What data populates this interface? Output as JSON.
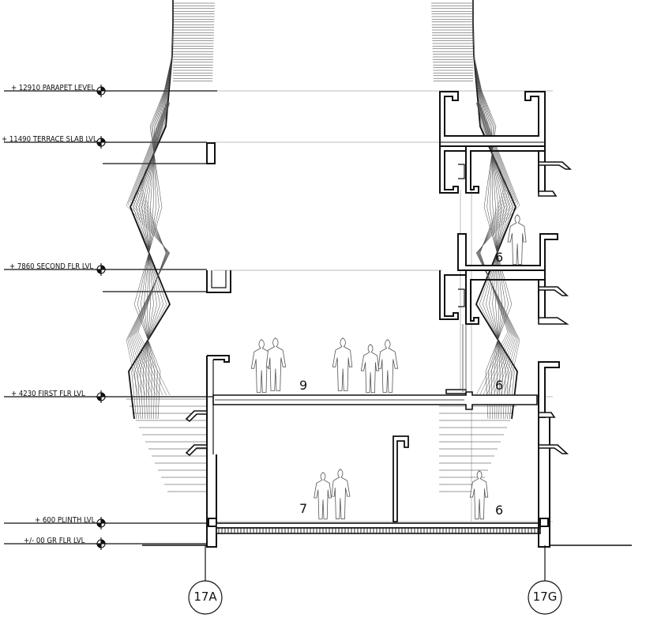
{
  "levels": [
    {
      "label": "+ 12910 PARAPET LEVEL"
    },
    {
      "label": "+ 11490 TERRACE SLAB LVL"
    },
    {
      "label": "+ 7860 SECOND FLR LVL"
    },
    {
      "label": "+ 4230 FIRST FLR LVL"
    },
    {
      "label": "+ 600 PLINTH LVL"
    },
    {
      "label": "+/- 00 GR FLR LVL"
    }
  ],
  "rooms": {
    "first_floor_hall": "9",
    "first_floor_side": "6",
    "second_floor_side": "6",
    "ground_hall": "7",
    "ground_side": "6"
  },
  "grid": {
    "left": "17A",
    "right": "17G"
  }
}
